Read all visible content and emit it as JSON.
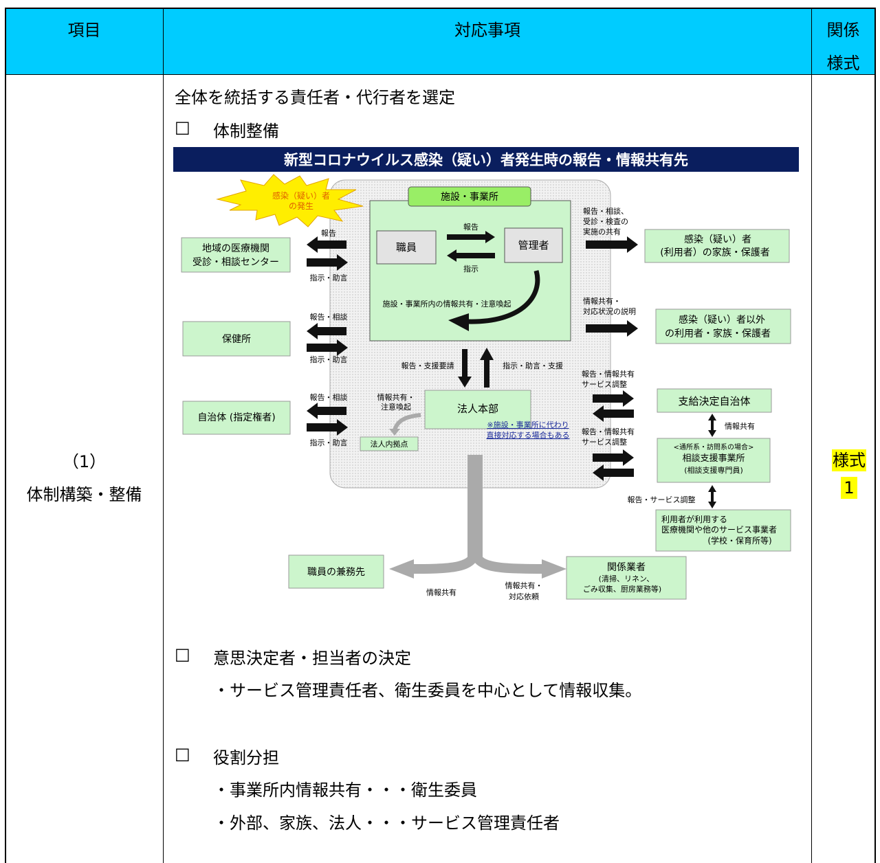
{
  "header": {
    "col1": "項目",
    "col2": "対応事項",
    "col3_line1": "関係",
    "col3_line2": "様式"
  },
  "row": {
    "item_number": "（1）",
    "item_label": "体制構築・整備",
    "form_label_line1": "様式",
    "form_label_line2": "1",
    "intro": "全体を統括する責任者・代行者を選定",
    "checkbox_glyph": "□",
    "section1": "体制整備",
    "section2": "意思決定者・担当者の決定",
    "section2_line1": "・サービス管理責任者、衛生委員を中心として情報収集。",
    "section3": "役割分担",
    "section3_line1": "・事業所内情報共有・・・衛生委員",
    "section3_line2": "・外部、家族、法人・・・サービス管理責任者"
  },
  "diagram": {
    "title": "新型コロナウイルス感染（疑い）者発生時の報告・情報共有先",
    "burst_line1": "感染（疑い）者",
    "burst_line2": "の発生",
    "facility_tab": "施設・事業所",
    "staff": "職員",
    "manager": "管理者",
    "report": "報告",
    "instruct": "指示",
    "internal_share": "施設・事業所内の情報共有・注意喚起",
    "medical_line1": "地域の医療機関",
    "medical_line2": "受診・相談センター",
    "lbl_report": "報告",
    "lbl_instruct_advice": "指示・助言",
    "health_center": "保健所",
    "lbl_report_consult": "報告・相談",
    "lbl_instruct_advice2": "指示・助言",
    "municipality": "自治体 (指定権者)",
    "lbl_report_consult2": "報告・相談",
    "lbl_instruct_advice3": "指示・助言",
    "hq": "法人本部",
    "lbl_report_support": "報告・支援要請",
    "lbl_instruct_support": "指示・助言・支援",
    "lbl_share_alert_1": "情報共有・",
    "lbl_share_alert_2": "注意喚起",
    "corp_base": "法人内拠点",
    "hq_note_1": "※施設・事業所に代わり",
    "hq_note_2": "直接対応する場合もある",
    "family_line1": "感染（疑い）者",
    "family_line2": "(利用者）の家族・保護者",
    "lbl_family_1": "報告・相談、",
    "lbl_family_2": "受診・検査の",
    "lbl_family_3": "実施の共有",
    "others_line1": "感染（疑い）者以外",
    "others_line2": "の利用者・家族・保護者",
    "lbl_others_1": "情報共有・",
    "lbl_others_2": "対応状況の説明",
    "support_muni": "支給決定自治体",
    "lbl_svc_1": "報告・情報共有",
    "lbl_svc_2": "サービス調整",
    "lbl_share": "情報共有",
    "consult_line0": "<通所系・訪問系の場合>",
    "consult_line1": "相談支援事業所",
    "consult_line2": "(相談支援専門員)",
    "lbl_svc2_1": "報告・情報共有",
    "lbl_svc2_2": "サービス調整",
    "lbl_report_svc": "報告・サービス調整",
    "other_provider_1": "利用者が利用する",
    "other_provider_2": "医療機関や他のサービス事業者",
    "other_provider_3": "(学校・保育所等)",
    "staff_side": "職員の兼務先",
    "lbl_info_share": "情報共有",
    "vendors_1": "関係業者",
    "vendors_2": "(清掃、リネン、",
    "vendors_3": "ごみ収集、厨房業務等)",
    "lbl_vendor_1": "情報共有・",
    "lbl_vendor_2": "対応依頼"
  },
  "colors": {
    "header_bg": "#00ccff",
    "title_bar": "#0a1e5e",
    "box_green": "#ccf5cc",
    "box_gray": "#e3e3e3",
    "burst_yellow": "#ffee00",
    "burst_text": "#e06000",
    "highlight": "#ffff00"
  }
}
